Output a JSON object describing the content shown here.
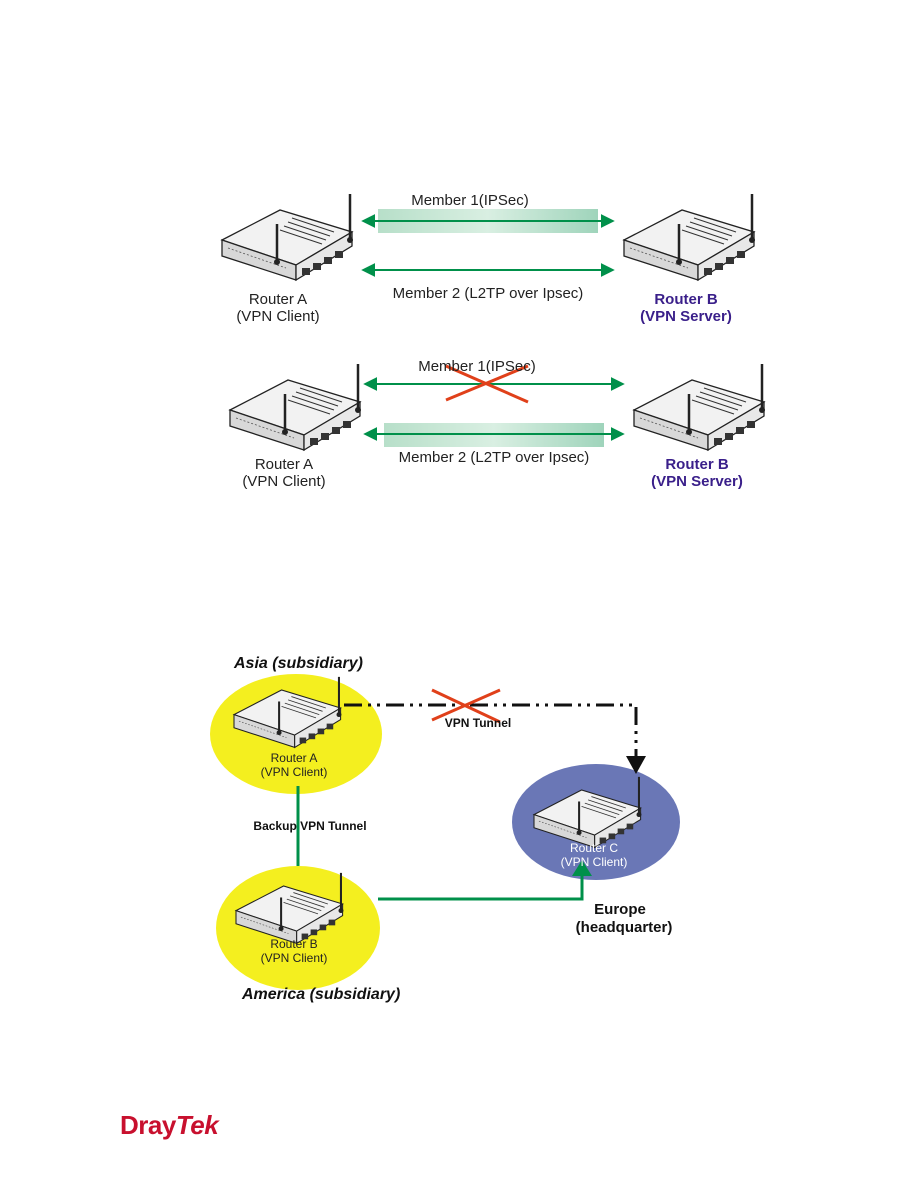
{
  "diagram1": {
    "member1": "Member 1(IPSec)",
    "member2": "Member 2 (L2TP over Ipsec)",
    "router_a": "Router A",
    "router_a_role": "(VPN Client)",
    "router_b": "Router B",
    "router_b_role": "(VPN Server)"
  },
  "diagram2": {
    "member1": "Member 1(IPSec)",
    "member2": "Member 2 (L2TP over Ipsec)",
    "router_a": "Router A",
    "router_a_role": "(VPN Client)",
    "router_b": "Router B",
    "router_b_role": "(VPN Server)"
  },
  "diagram3": {
    "asia": "Asia (subsidiary)",
    "america": "America (subsidiary)",
    "router_a": "Router A",
    "router_a_role": "(VPN Client)",
    "router_b": "Router B",
    "router_b_role": "(VPN Client)",
    "router_c": "Router C",
    "router_c_role": "(VPN Client)",
    "vpn_tunnel": "VPN Tunnel",
    "backup_tunnel": "Backup VPN Tunnel",
    "europe": "Europe",
    "europe_sub": "(headquarter)"
  },
  "logo": {
    "dray": "Dray",
    "tek": "Tek"
  },
  "colors": {
    "green_line": "#00904a",
    "cross": "#e0401a",
    "yellow": "#f4ef1f",
    "blue_ellipse": "#6a77b6",
    "brand_red": "#c8102e"
  }
}
